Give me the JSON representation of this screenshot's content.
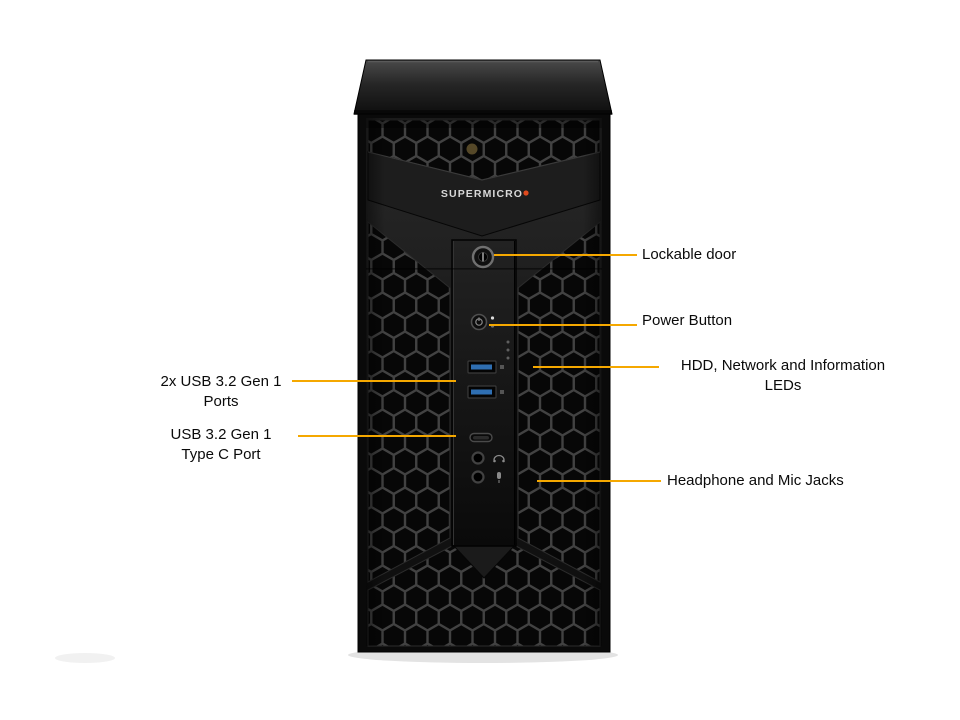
{
  "figure": {
    "background_color": "#FFFFFF",
    "accent_color": "#F5A800",
    "chassis_color": "#1A1A1A",
    "usb_port_color": "#2F6FB2",
    "logo_dot_color": "#E04A1E"
  },
  "chassis": {
    "brand": "SUPERMICRO"
  },
  "callouts": {
    "lockable_door": "Lockable door",
    "power_button": "Power Button",
    "hdd_network_leds": "HDD, Network and Information\nLEDs",
    "headphone_mic": "Headphone and Mic Jacks",
    "usb_ports": "2x USB 3.2 Gen 1\nPorts",
    "usb_typec": "USB 3.2 Gen 1\nType C Port"
  }
}
